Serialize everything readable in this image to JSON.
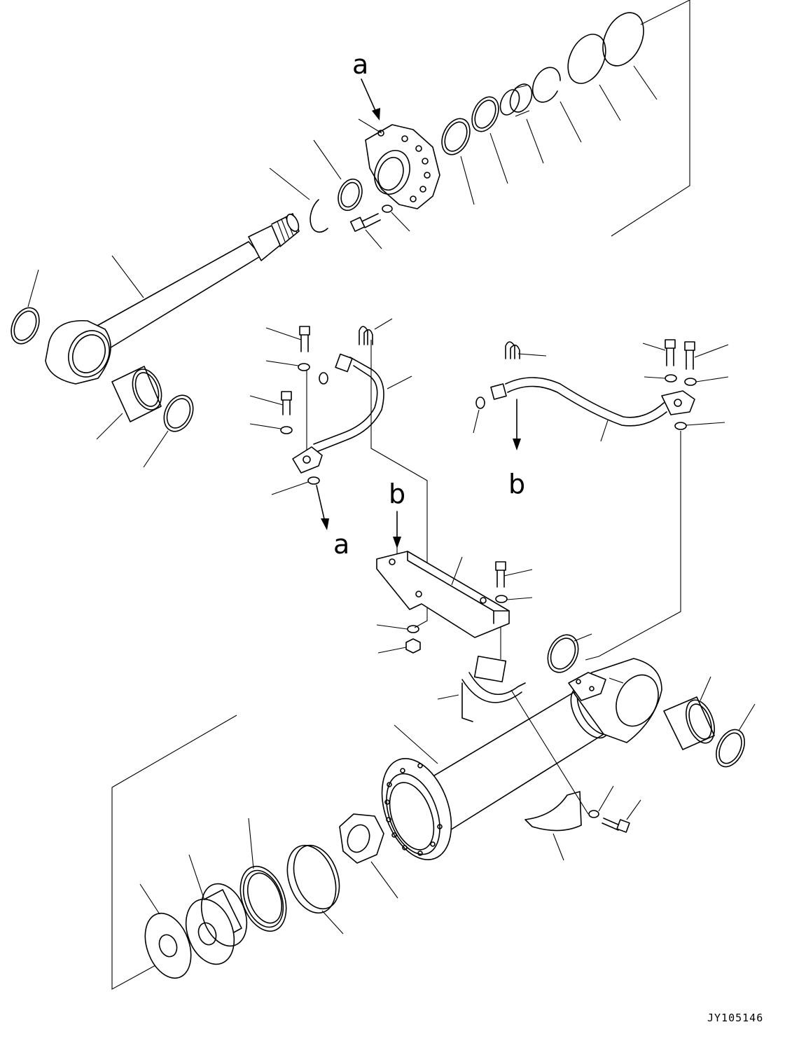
{
  "diagram": {
    "callouts": {
      "a_top": "a",
      "a_bottom": "a",
      "b_top": "b",
      "b_bottom": "b"
    },
    "drawing_id": "JY105146"
  }
}
